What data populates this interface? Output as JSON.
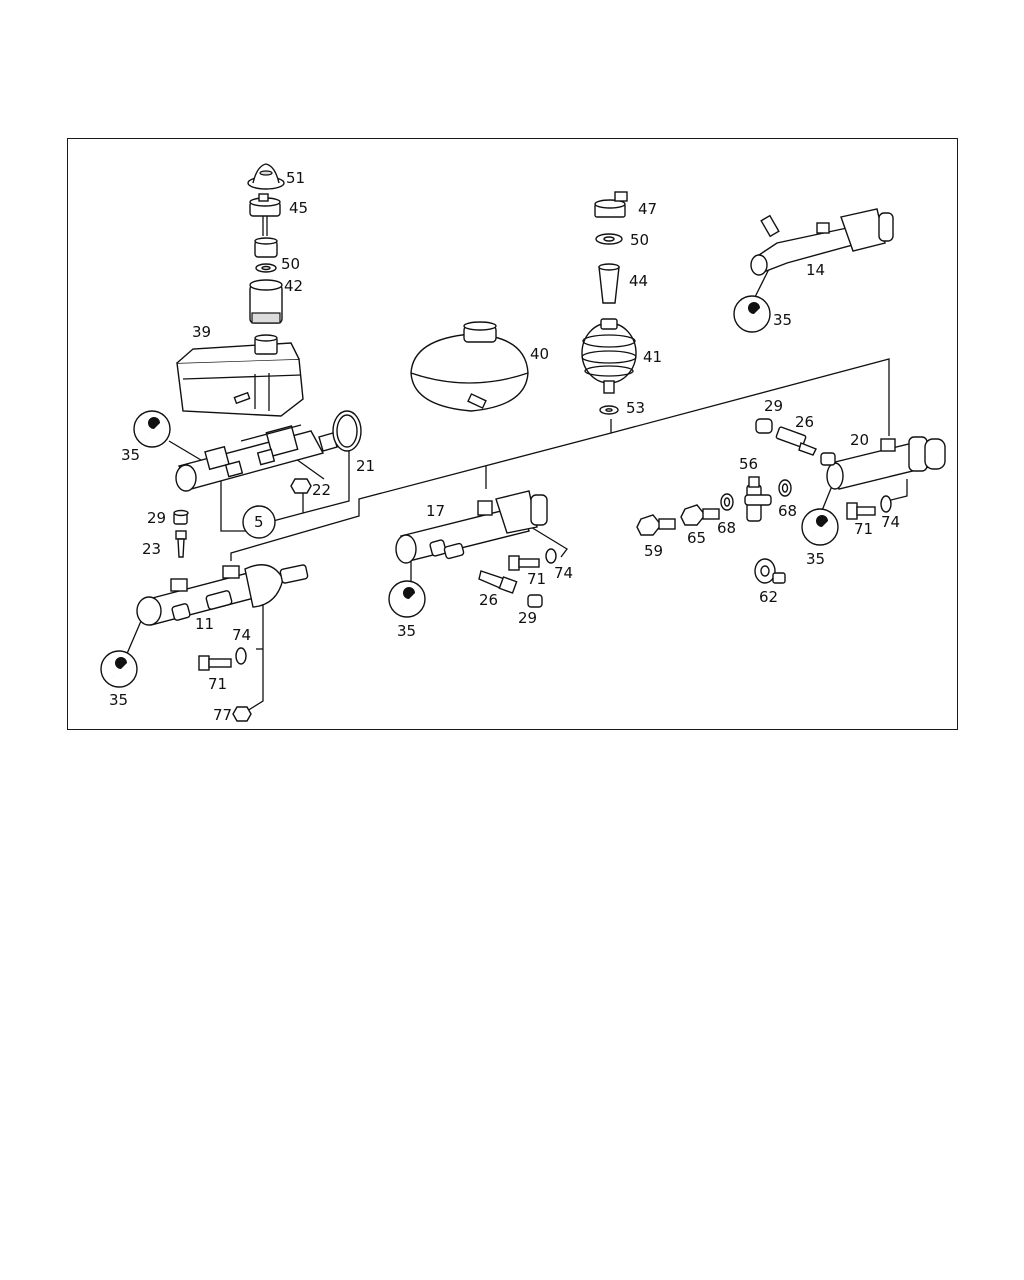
{
  "diagram": {
    "frame_stroke": "#1a1a1a",
    "line_color": "#111111",
    "labels": {
      "l51": "51",
      "l45": "45",
      "l50a": "50",
      "l42": "42",
      "l39": "39",
      "l40": "40",
      "l47": "47",
      "l50b": "50",
      "l44": "44",
      "l41": "41",
      "l53": "53",
      "l14": "14",
      "l35a": "35",
      "l35b": "35",
      "l21": "21",
      "l22": "22",
      "l5": "5",
      "l29a": "29",
      "l23": "23",
      "l11": "11",
      "l74a": "74",
      "l71a": "71",
      "l35c": "35",
      "l77": "77",
      "l17": "17",
      "l71b": "71",
      "l74b": "74",
      "l26a": "26",
      "l29b": "29",
      "l35d": "35",
      "l29c": "29",
      "l26b": "26",
      "l20": "20",
      "l56": "56",
      "l68a": "68",
      "l68b": "68",
      "l59": "59",
      "l65": "65",
      "l62": "62",
      "l71c": "71",
      "l74c": "74",
      "l35e": "35"
    },
    "icons": [
      "wrench-icon"
    ]
  }
}
